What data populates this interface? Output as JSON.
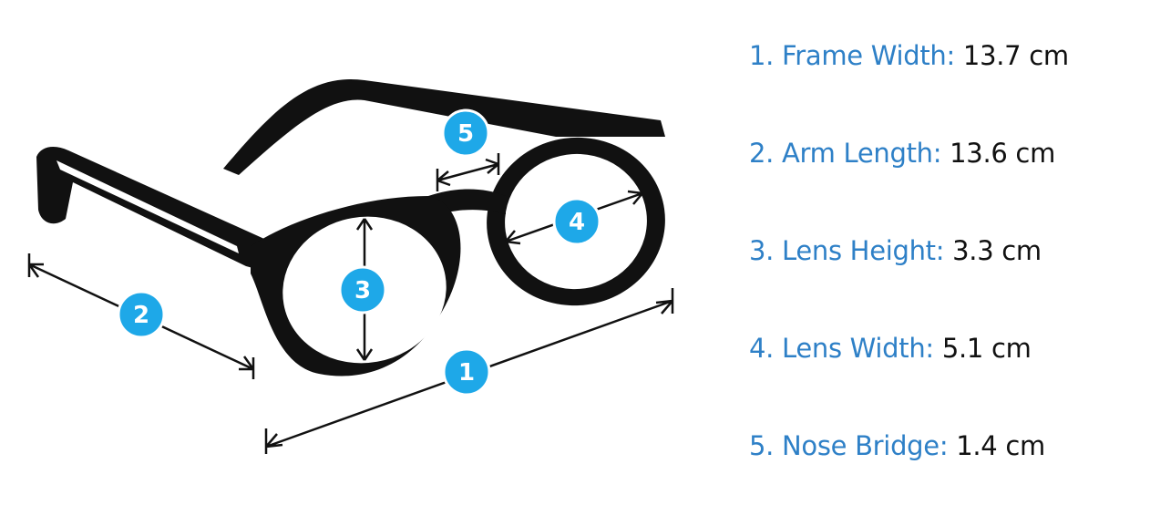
{
  "badges": [
    "1",
    "2",
    "3",
    "4",
    "5"
  ],
  "specs": [
    {
      "label": "1. Frame Width:",
      "value": "13.7 cm"
    },
    {
      "label": "2. Arm Length:",
      "value": "13.6 cm"
    },
    {
      "label": "3. Lens Height:",
      "value": "3.3 cm"
    },
    {
      "label": "4. Lens Width:",
      "value": "5.1 cm"
    },
    {
      "label": "5. Nose Bridge:",
      "value": "1.4 cm"
    }
  ],
  "colors": {
    "label": "#2e80c7",
    "badge": "#1ea8e8",
    "frame": "#111111"
  }
}
